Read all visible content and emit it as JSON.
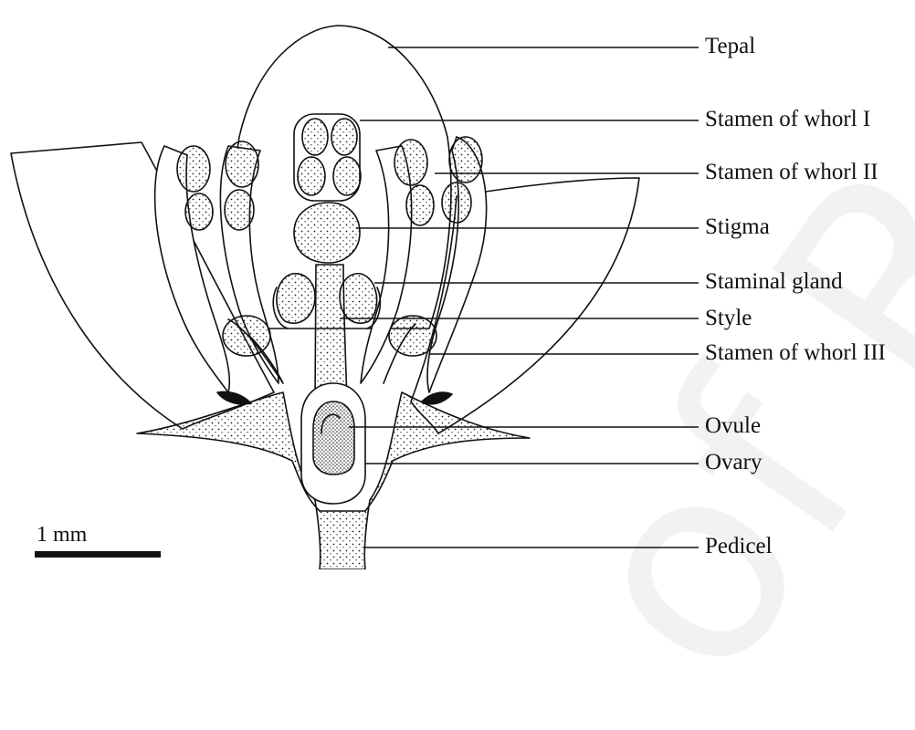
{
  "labels": {
    "tepal": "Tepal",
    "stamen_whorl_1": "Stamen of whorl I",
    "stamen_whorl_2": "Stamen of whorl II",
    "stigma": "Stigma",
    "staminal_gland": "Staminal gland",
    "style": "Style",
    "stamen_whorl_3": "Stamen of whorl III",
    "ovule": "Ovule",
    "ovary": "Ovary",
    "pedicel": "Pedicel"
  },
  "scale_bar": {
    "text": "1 mm"
  },
  "watermark": "of Ruhuna",
  "colors": {
    "ink": "#111111",
    "watermark": "#efefef"
  }
}
